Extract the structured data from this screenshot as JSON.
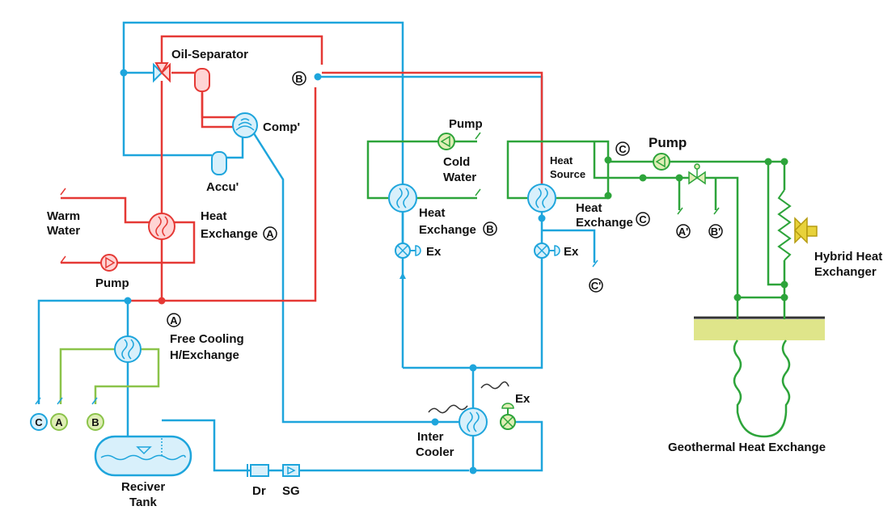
{
  "colors": {
    "hot": "#e53935",
    "cool": "#1ea5dc",
    "green": "#2da43a",
    "light_green": "#8bc34a",
    "hot_fill": "#ffd4d4",
    "cool_fill": "#d8f0fb",
    "ground": "#dfe58a",
    "text": "#111111"
  },
  "labels": {
    "oil_separator": "Oil-Separator",
    "compressor": "Comp'",
    "accumulator": "Accu'",
    "warm_water_1": "Warm",
    "warm_water_2": "Water",
    "heat_exchange_a_1": "Heat",
    "heat_exchange_a_2": "Exchange",
    "pump_left": "Pump",
    "free_cooling_1": "Free Cooling",
    "free_cooling_2": "H/Exchange",
    "receiver_1": "Reciver",
    "receiver_2": "Tank",
    "dryer": "Dr",
    "sight_glass": "SG",
    "inter_cooler_1": "Inter",
    "inter_cooler_2": "Cooler",
    "ex_inter": "Ex",
    "pump_cold": "Pump",
    "cold_water_1": "Cold",
    "cold_water_2": "Water",
    "heat_exchange_b_1": "Heat",
    "heat_exchange_b_2": "Exchange",
    "ex_b": "Ex",
    "heat_source_1": "Heat",
    "heat_source_2": "Source",
    "heat_exchange_c_1": "Heat",
    "heat_exchange_c_2": "Exchange",
    "ex_c": "Ex",
    "pump_right": "Pump",
    "hybrid_1": "Hybrid Heat",
    "hybrid_2": "Exchanger",
    "geothermal": "Geothermal Heat Exchange"
  },
  "markers": {
    "A": "A",
    "B": "B",
    "C": "C",
    "A_prime": "A'",
    "B_prime": "B'",
    "C_prime": "C'"
  },
  "icons": [
    "oil-separator-icon",
    "three-way-valve-icon",
    "compressor-icon",
    "accumulator-icon",
    "heat-exchanger-icon",
    "pump-icon",
    "expansion-valve-icon",
    "receiver-tank-icon",
    "dryer-icon",
    "sight-glass-icon",
    "hybrid-fan-icon",
    "ground-loop-icon"
  ]
}
